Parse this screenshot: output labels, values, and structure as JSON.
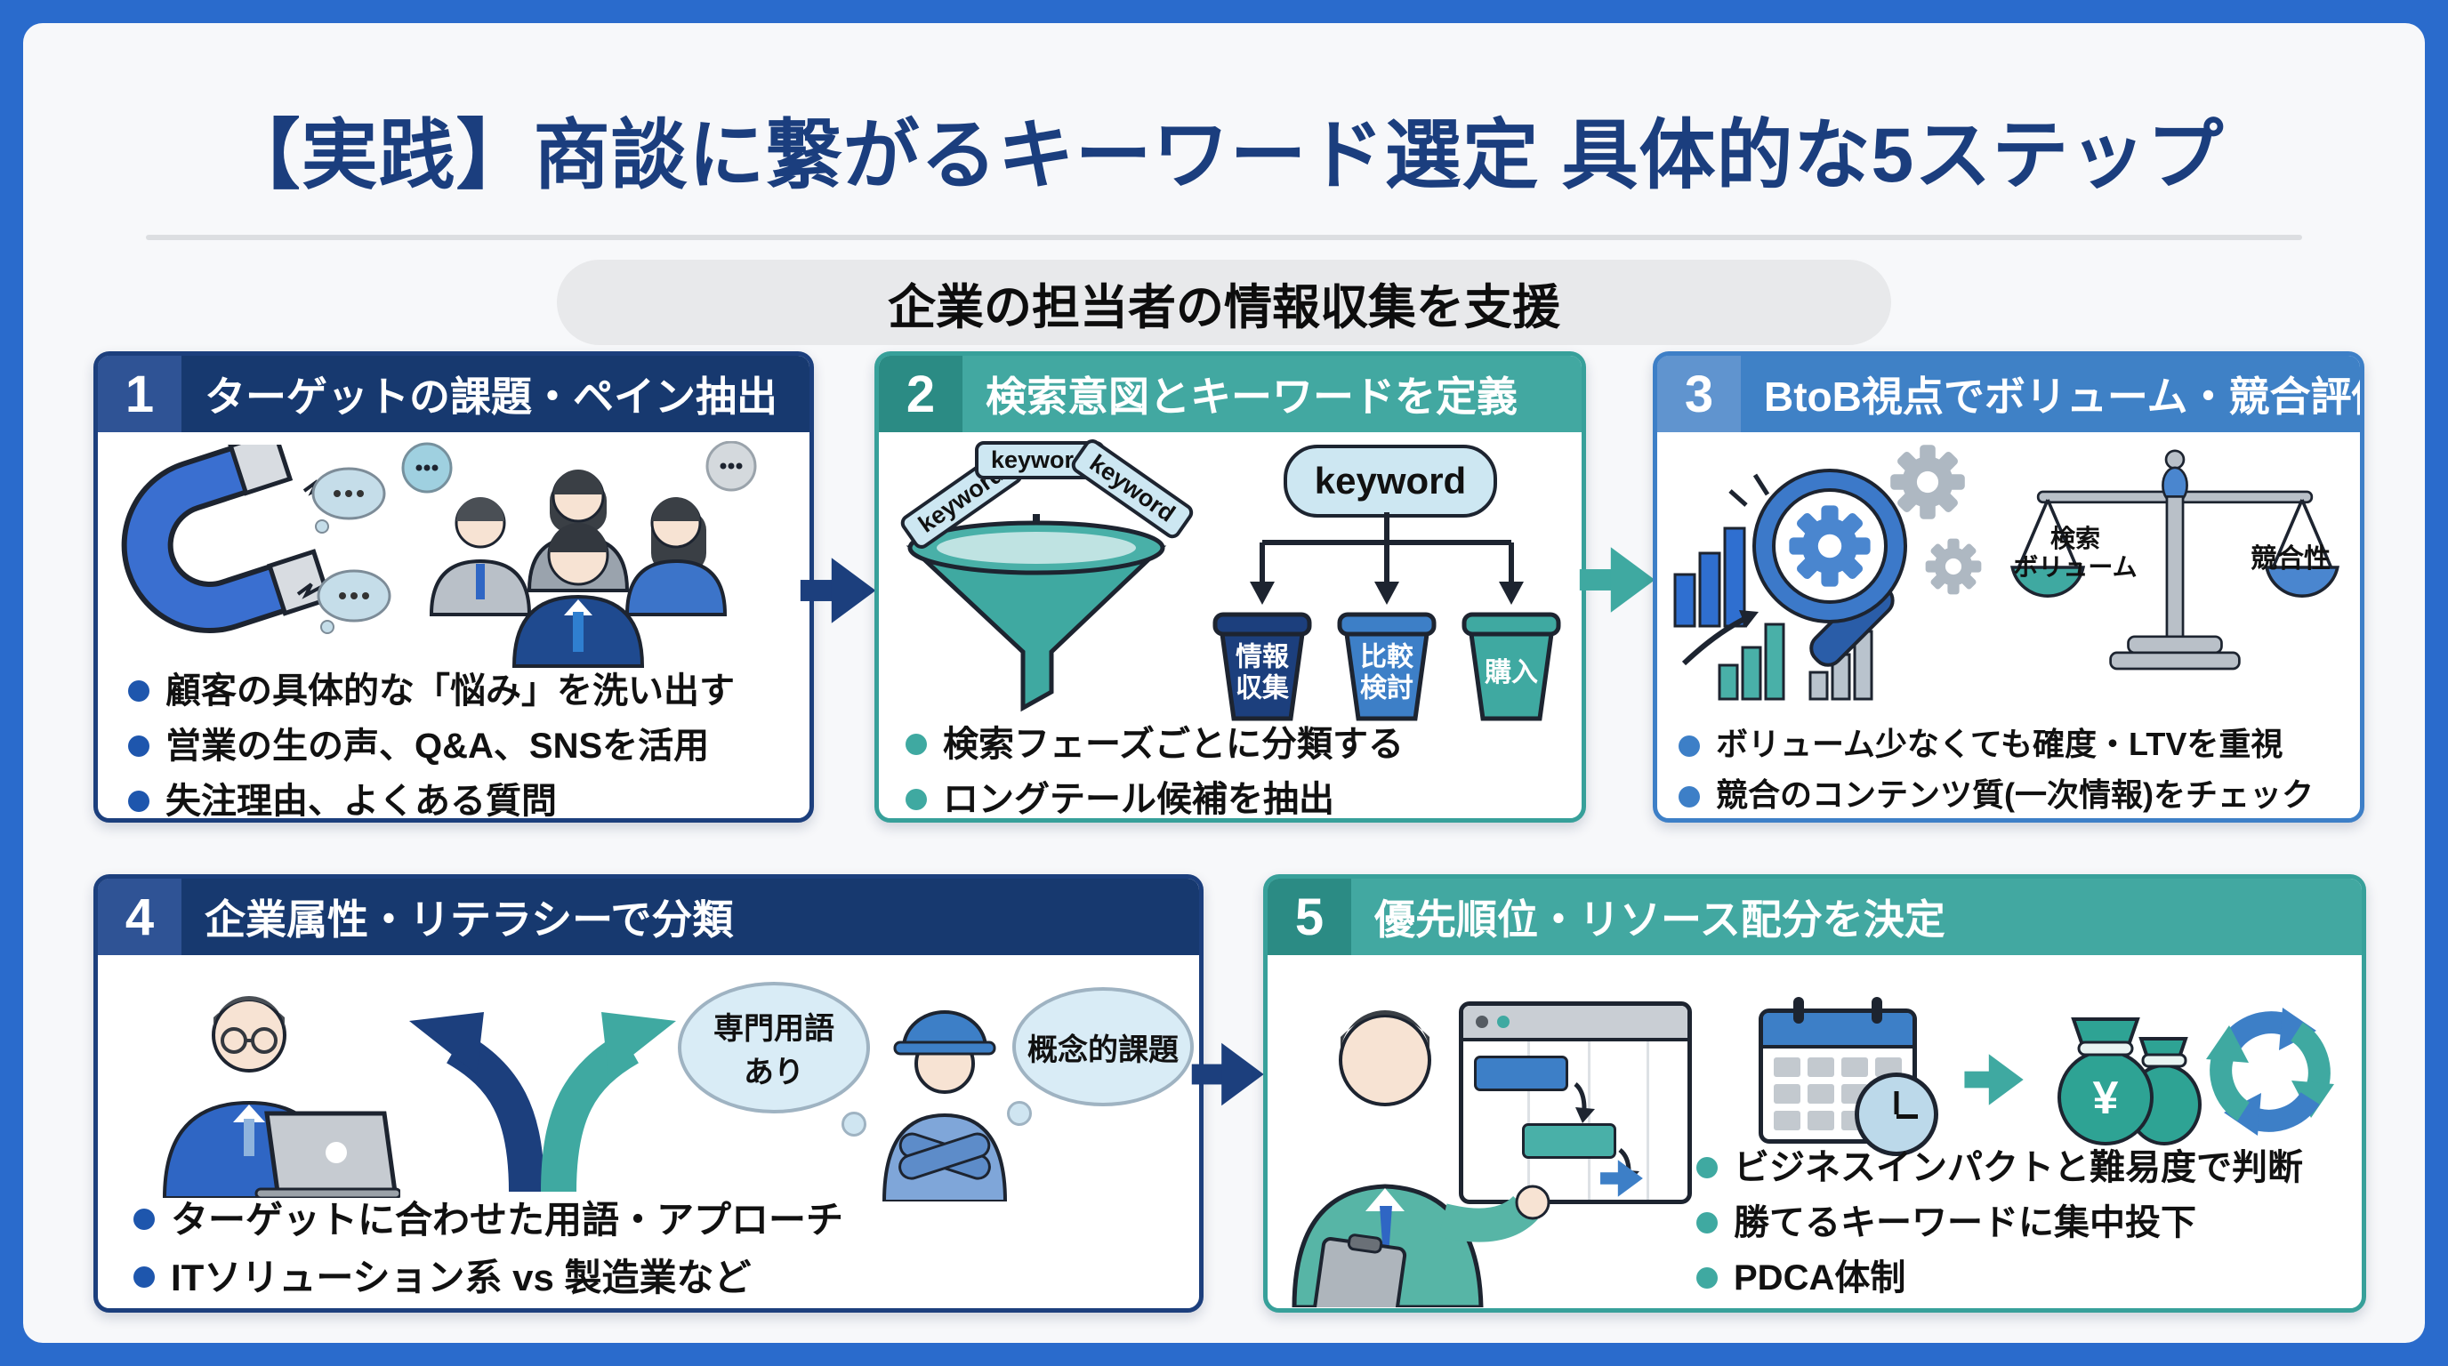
{
  "page": {
    "title": "【実践】商談に繋がるキーワード選定 具体的な5ステップ",
    "subtitle": "企業の担当者の情報収集を支援"
  },
  "steps": [
    {
      "number": "1",
      "title": "ターゲットの課題・ペイン抽出",
      "bullets": [
        "顧客の具体的な「悩み」を洗い出す",
        "営業の生の声、Q&A、SNSを活用",
        "失注理由、よくある質問"
      ]
    },
    {
      "number": "2",
      "title": "検索意図とキーワードを定義",
      "tags": [
        "keyword",
        "keyword",
        "keyword"
      ],
      "pill": "keyword",
      "buckets": [
        "情報収集",
        "比較検討",
        "購入"
      ],
      "bullets": [
        "検索フェーズごとに分類する",
        "ロングテール候補を抽出"
      ]
    },
    {
      "number": "3",
      "title": "BtoB視点でボリューム・競合評価",
      "scale_left": [
        "検索",
        "ボリューム"
      ],
      "scale_right": "競合性",
      "bullets": [
        "ボリューム少なくても確度・LTVを重視",
        "競合のコンテンツ質(一次情報)をチェック"
      ]
    },
    {
      "number": "4",
      "title": "企業属性・リテラシーで分類",
      "bubble_left": "専門用語あり",
      "bubble_right": "概念的課題",
      "bullets": [
        "ターゲットに合わせた用語・アプローチ",
        "ITソリューション系 vs 製造業など"
      ]
    },
    {
      "number": "5",
      "title": "優先順位・リソース配分を決定",
      "money_symbol": "¥",
      "bullets": [
        "ビジネスインパクトと難易度で判断",
        "勝てるキーワードに集中投下",
        "PDCA体制"
      ]
    }
  ],
  "colors": {
    "frame": "#2a6bcc",
    "navy": "#1c3f7d",
    "teal": "#3fa9a1",
    "blue": "#3d7fc7",
    "title": "#1b3e7e"
  }
}
